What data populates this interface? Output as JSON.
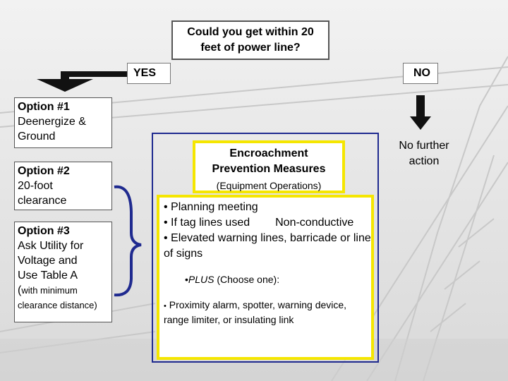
{
  "question": {
    "line1": "Could you get within 20",
    "line2": "feet of power line?"
  },
  "yes_label": "YES",
  "no_label": "NO",
  "options": [
    {
      "header": "Option #1",
      "lines": [
        "Deenergize &",
        "Ground"
      ]
    },
    {
      "header": "Option #2",
      "lines": [
        "20-foot",
        "clearance"
      ]
    },
    {
      "header": "Option #3",
      "lines": [
        "Ask Utility for",
        "Voltage and",
        "Use Table A"
      ],
      "note_paren": "(",
      "note": "with minimum",
      "note2": "clearance distance)"
    }
  ],
  "encroachment": {
    "title1": "Encroachment",
    "title2": "Prevention Measures",
    "subtitle": "(Equipment Operations)"
  },
  "measures": {
    "b1": "• Planning meeting",
    "b2a": "• If tag lines used",
    "b2b": "Non-conductive",
    "b3": "• Elevated warning lines, barricade or line of signs",
    "plus_bullet": "•",
    "plus_word": "PLUS",
    "plus_rest": "(Choose one):",
    "prox_bullet": "•",
    "prox_text": "Proximity alarm, spotter, warning device, range limiter, or insulating link"
  },
  "no_result": {
    "line1": "No further",
    "line2": "action"
  },
  "colors": {
    "frame_blue": "#1f2a8f",
    "highlight_yellow": "#f5e600",
    "arrow": "#111111"
  }
}
